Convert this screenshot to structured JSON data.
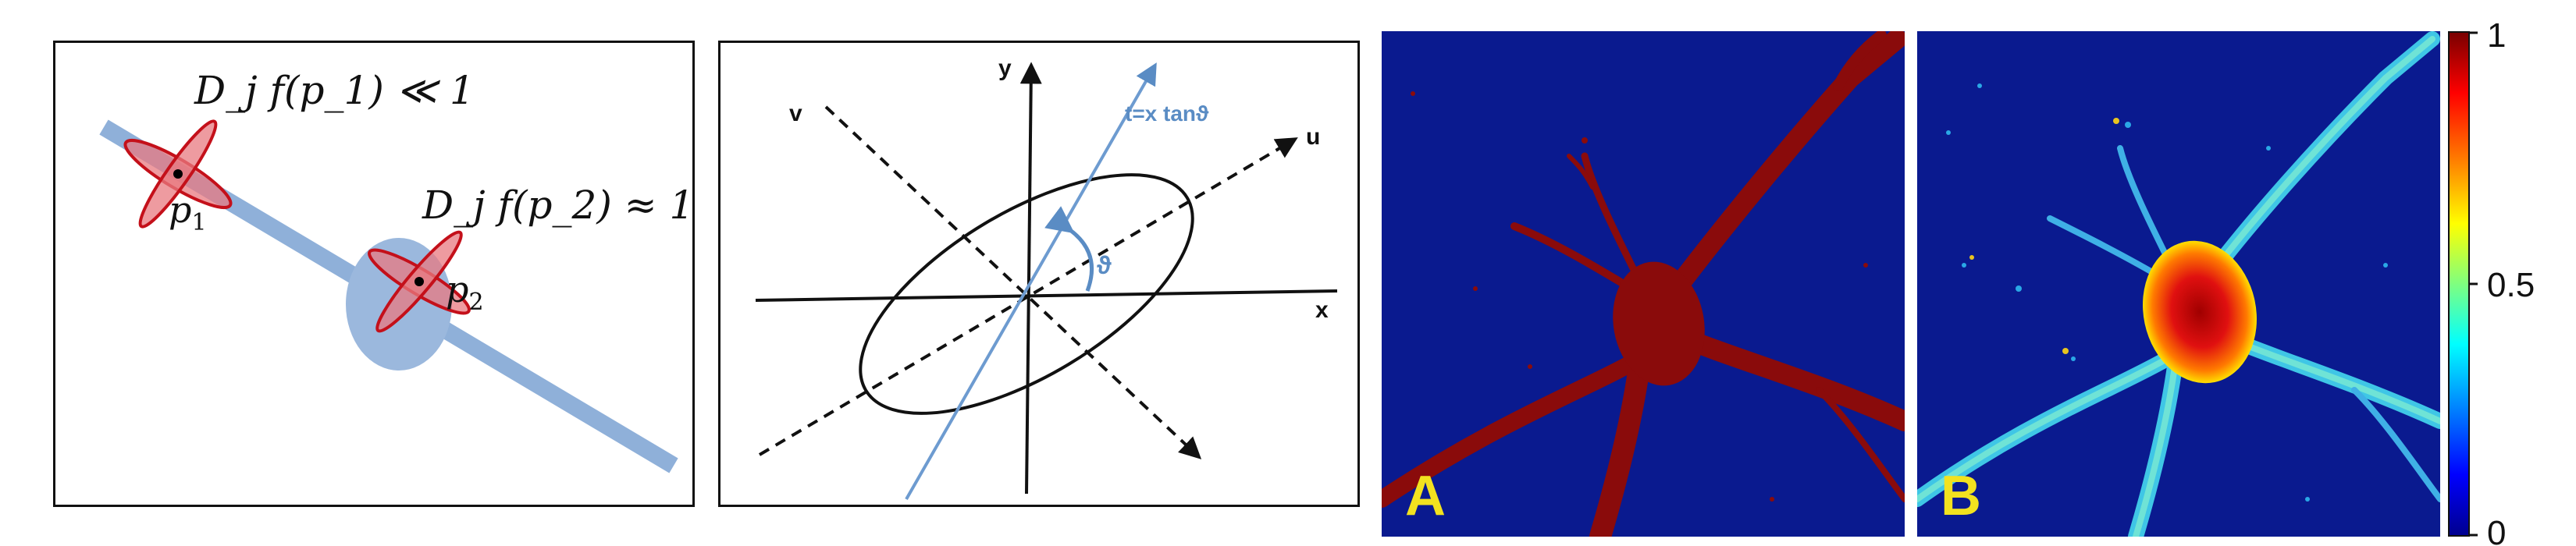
{
  "panel1": {
    "label_top": "D_j f(p_1) ≪ 1",
    "label_mid": "D_j f(p_2) ≈ 1",
    "point1": "p",
    "point1_sub": "1",
    "point2": "p",
    "point2_sub": "2"
  },
  "panel2": {
    "axis_x": "x",
    "axis_y": "y",
    "axis_u": "u",
    "axis_v": "v",
    "line_label": "t=x tanϑ",
    "angle_label": "ϑ"
  },
  "panel3": {
    "label": "A"
  },
  "panel4": {
    "label": "B",
    "colorbar": {
      "ticks": [
        "1",
        "0.5",
        "0"
      ]
    }
  },
  "colors": {
    "dark_red": "#8a0b0b",
    "navy": "#0a1a8f",
    "steel_blue": "#8fb0d9",
    "label_yellow": "#f2e21f",
    "ellipse_red": "#c4101a"
  }
}
